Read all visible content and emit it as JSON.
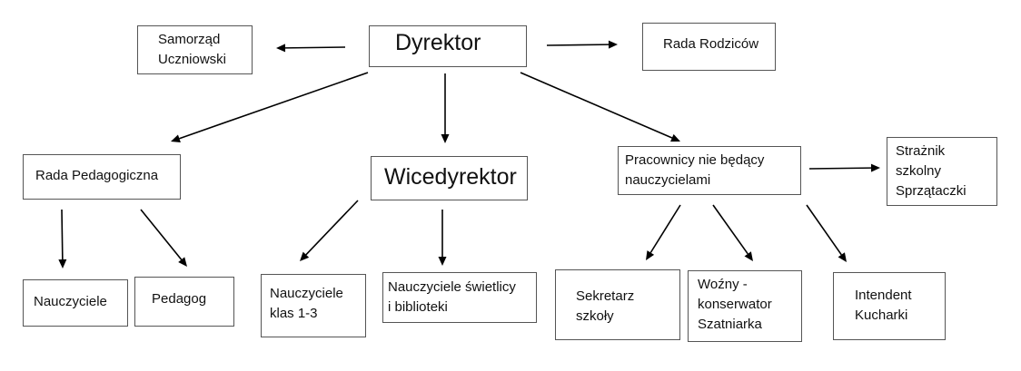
{
  "diagram": {
    "arrow_color": "#000000",
    "box_border_color": "#555555",
    "nodes": {
      "dyrektor": "Dyrektor",
      "samorzad": "Samorząd\nUczniowski",
      "rada_rodzicow": "Rada Rodziców",
      "rada_pedagogiczna": "Rada Pedagogiczna",
      "wicedyrektor": "Wicedyrektor",
      "pracownicy": "Pracownicy nie będący\nnauczycielami",
      "straznik": "Strażnik\nszkolny\nSprzątaczki",
      "nauczyciele": "Nauczyciele",
      "pedagog": "Pedagog",
      "nauczyciele_klas": "Nauczyciele\nklas 1-3",
      "nauczyciele_swietlicy": "Nauczyciele świetlicy\ni biblioteki",
      "sekretarz": "Sekretarz\nszkoły",
      "wozny": "Woźny -\nkonserwator\nSzatniarka",
      "intendent": "Intendent\nKucharki"
    }
  }
}
